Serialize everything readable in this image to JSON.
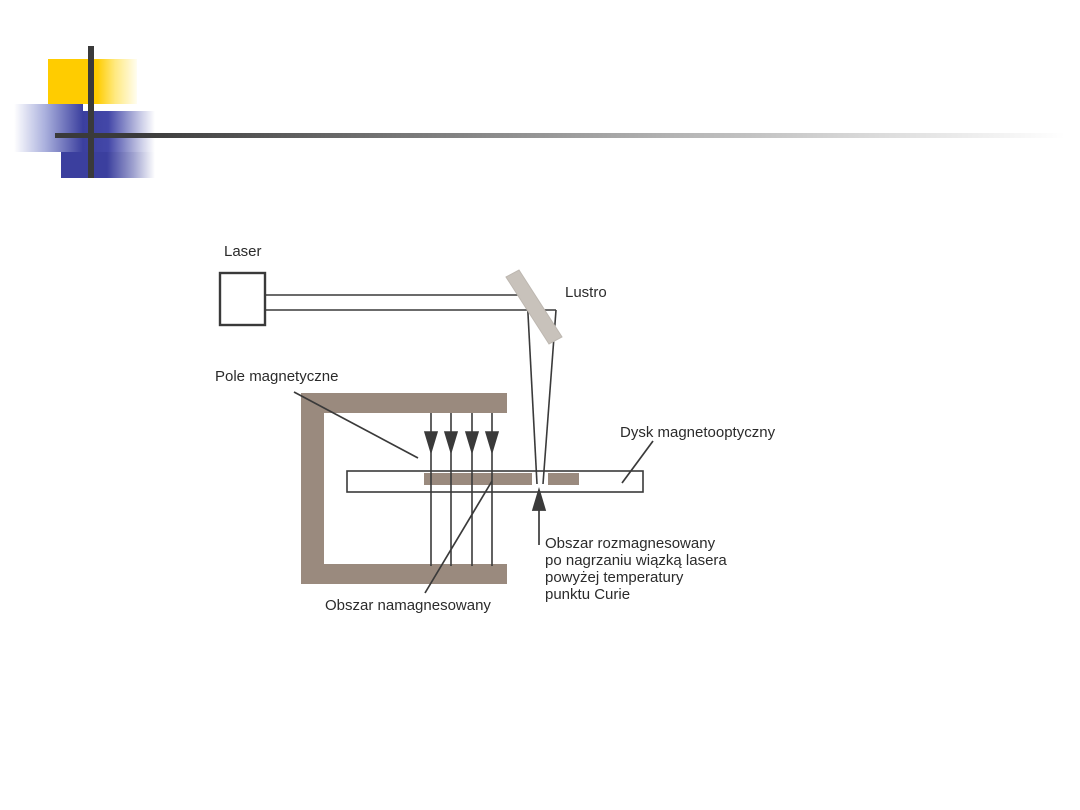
{
  "slide": {
    "background_color": "#ffffff",
    "logo": {
      "name": "decorative-squares-logo",
      "yellow_color": "#ffcc00",
      "blue_color": "#3b3f9e",
      "rule_color": "#3a3a3a"
    }
  },
  "figure": {
    "title": "Magneto-optical disk writing diagram",
    "ink_color": "#3a3a3a",
    "magnet_color": "#9a8a7e",
    "mirror_color": "#c8c2bb",
    "labels": {
      "laser": "Laser",
      "mirror": "Lustro",
      "magnetic_field": "Pole magnetyczne",
      "disk": "Dysk magnetooptyczny",
      "magnetized_region": "Obszar namagnesowany",
      "demagnetized_region_line1": "Obszar rozmagnesowany",
      "demagnetized_region_line2": "po nagrzaniu wiązką lasera",
      "demagnetized_region_line3": "powyżej temperatury",
      "demagnetized_region_line4": "punktu Curie"
    }
  }
}
